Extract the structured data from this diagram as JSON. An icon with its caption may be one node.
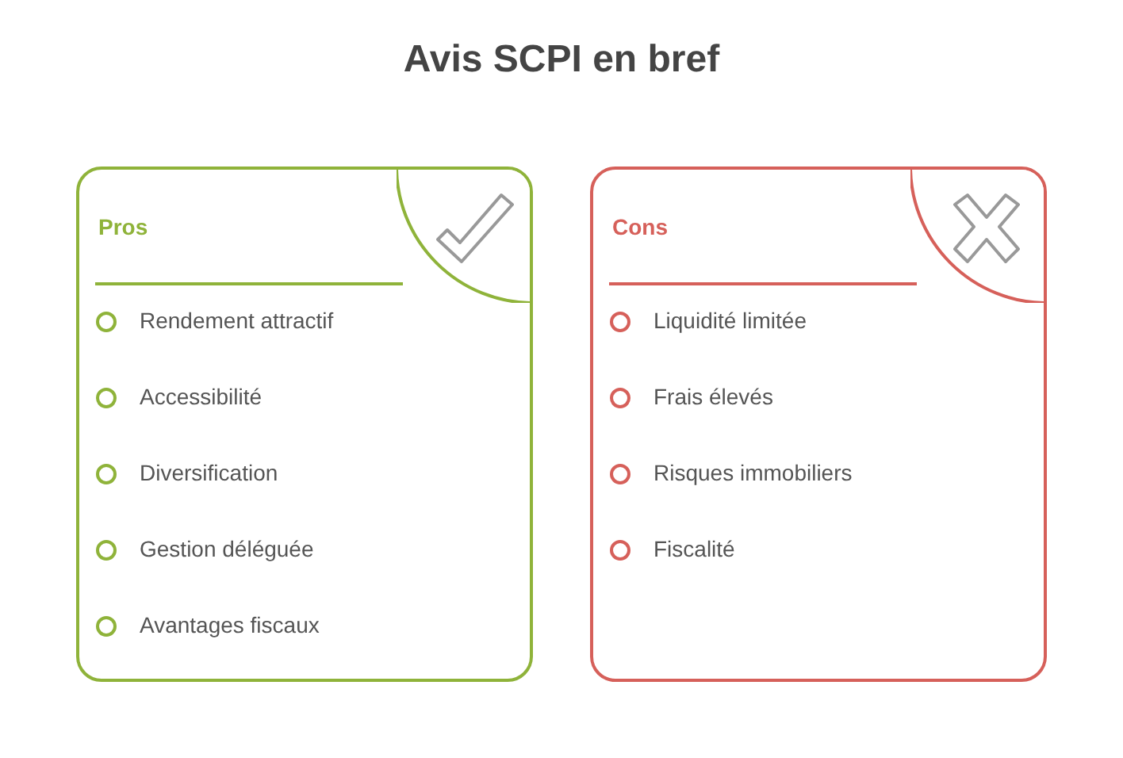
{
  "diagram": {
    "title": "Avis SCPI en bref",
    "nodes": [
      {
        "text": [
          "Pros",
          "Rendement attractif",
          "Accessibilité",
          "Diversification",
          "Gestion déléguée",
          "Avantages fiscaux"
        ]
      },
      {
        "text": [
          "Cons",
          "Liquidité limitée",
          "Frais élevés",
          "Risques immobiliers",
          "Fiscalité"
        ]
      }
    ]
  }
}
